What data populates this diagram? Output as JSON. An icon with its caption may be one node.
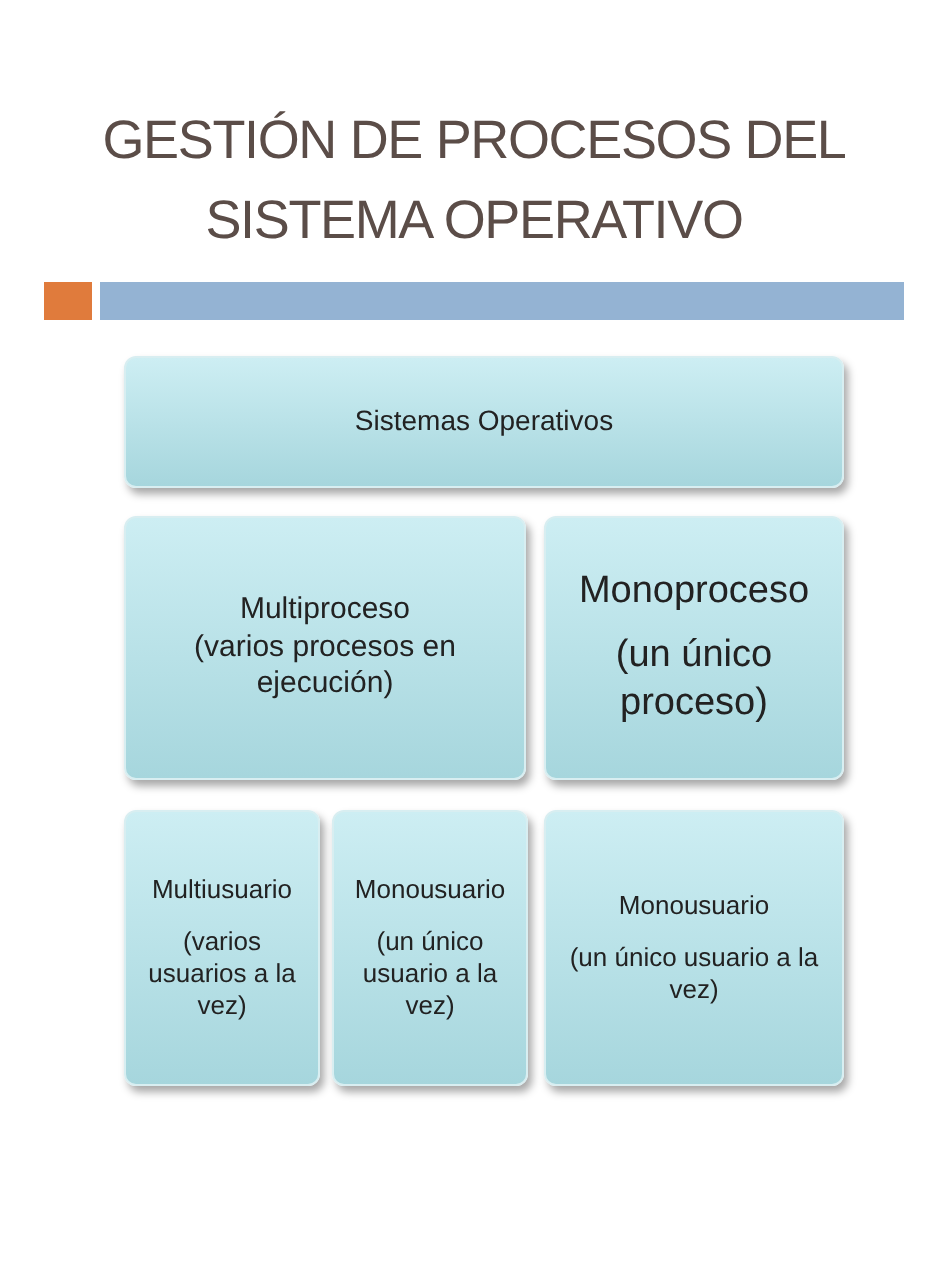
{
  "diagram": {
    "title": "GESTIÓN DE PROCESOS DEL SISTEMA OPERATIVO",
    "nodes": [
      {
        "text": [
          "Sistemas Operativos"
        ]
      },
      {
        "text": [
          "Multiproceso",
          "(varios procesos en ejecución)"
        ]
      },
      {
        "text": [
          "Monoproceso",
          "(un único proceso)"
        ]
      },
      {
        "text": [
          "Multiusuario",
          "(varios usuarios a la vez)"
        ]
      },
      {
        "text": [
          "Monousuario",
          "(un único usuario a la vez)"
        ]
      },
      {
        "text": [
          "Monousuario",
          "(un único usuario a la vez)"
        ]
      }
    ]
  }
}
